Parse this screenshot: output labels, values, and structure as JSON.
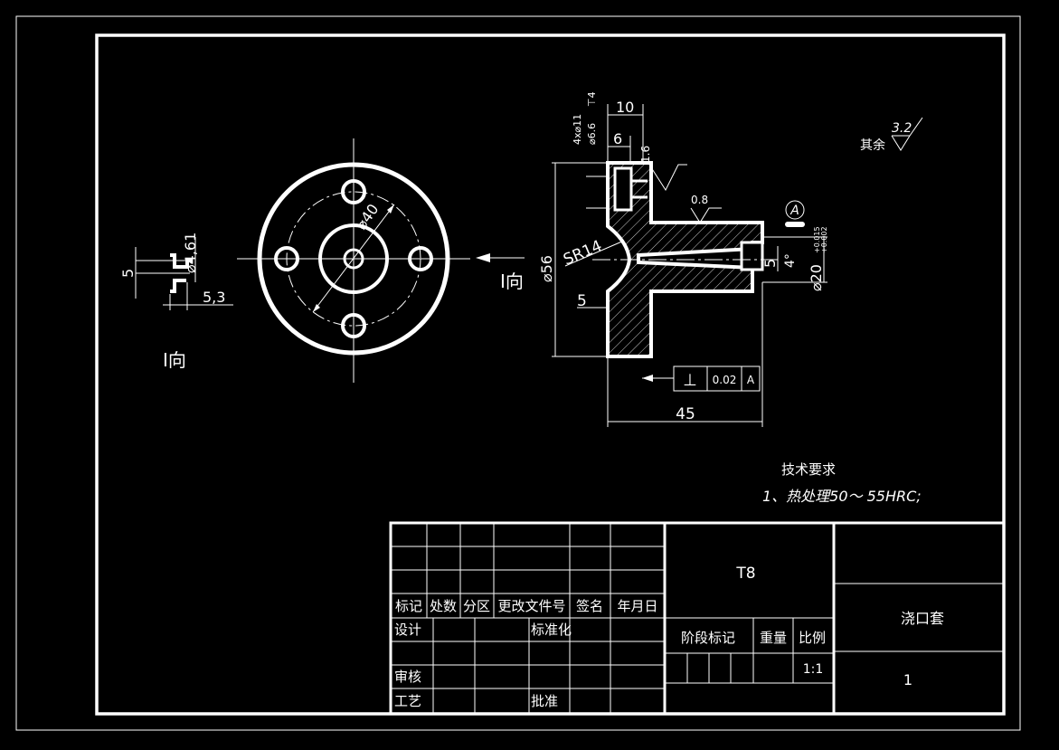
{
  "front_view": {
    "dia_pcd": "⌀40",
    "view_label": "I向"
  },
  "detail_view": {
    "label": "I向",
    "dim_vert": "5",
    "dim_horiz": "5,3",
    "dim_dia": "⌀4,61"
  },
  "section_view": {
    "arrow_label": "I向",
    "dim_10": "10",
    "dim_6": "6",
    "dim_holes": "4x⌀11",
    "dim_cbore": "⌀6.6",
    "dim_cbore_depth": "⊤4",
    "roughness_1": "1.6",
    "roughness_2": "0.8",
    "dim_56": "⌀56",
    "dim_sr14": "SR14",
    "dim_5_left": "5",
    "dim_5_right": "5",
    "dim_4deg": "4°",
    "dim_20": "⌀20",
    "tol_upper": "+0.015",
    "tol_lower": "+0.002",
    "datum": "A",
    "tol_symbol": "⊥",
    "tol_value": "0.02",
    "tol_datum": "A",
    "dim_45": "45"
  },
  "roughness_rest": {
    "label": "其余",
    "value": "3.2"
  },
  "tech_requirements": {
    "title": "技术要求",
    "item1": "1、热处理50～ 55HRC;"
  },
  "title_block": {
    "col_mark": "标记",
    "col_count": "处数",
    "col_zone": "分区",
    "col_doc": "更改文件号",
    "col_sign": "签名",
    "col_date": "年月日",
    "design": "设计",
    "standard": "标准化",
    "review": "审核",
    "process": "工艺",
    "approve": "批准",
    "material": "T8",
    "stage": "阶段标记",
    "weight": "重量",
    "scale_label": "比例",
    "scale": "1:1",
    "part_name": "浇口套",
    "sheet": "1"
  }
}
